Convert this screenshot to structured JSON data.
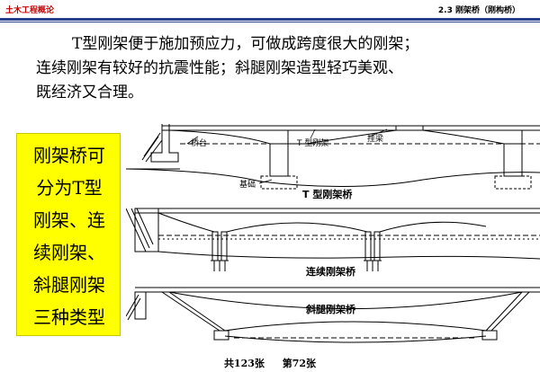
{
  "header": {
    "course": "土木工程概论",
    "section": "2.3  刚架桥（刚构桥）"
  },
  "paragraph": {
    "line1": "T型刚架便于施加预应力，可做成跨度很大的刚架；",
    "line2": "连续刚架有较好的抗震性能；斜腿刚架造型轻巧美观、",
    "line3": "既经济又合理。"
  },
  "side_box": {
    "lines": [
      "刚架桥可",
      "分为T型",
      "刚架、连",
      "续刚架、",
      "斜腿刚架",
      "三种类型"
    ]
  },
  "diagram": {
    "t_frame": {
      "title": "T 型刚架桥",
      "label_abutment": "桥台",
      "label_t_frame": "T 型刚架",
      "label_hanging_beam": "挂梁",
      "label_foundation": "基础"
    },
    "continuous": {
      "title": "连续刚架桥"
    },
    "inclined": {
      "title": "斜腿刚架桥"
    }
  },
  "footer": {
    "total": "共123张",
    "current": "第72张"
  }
}
